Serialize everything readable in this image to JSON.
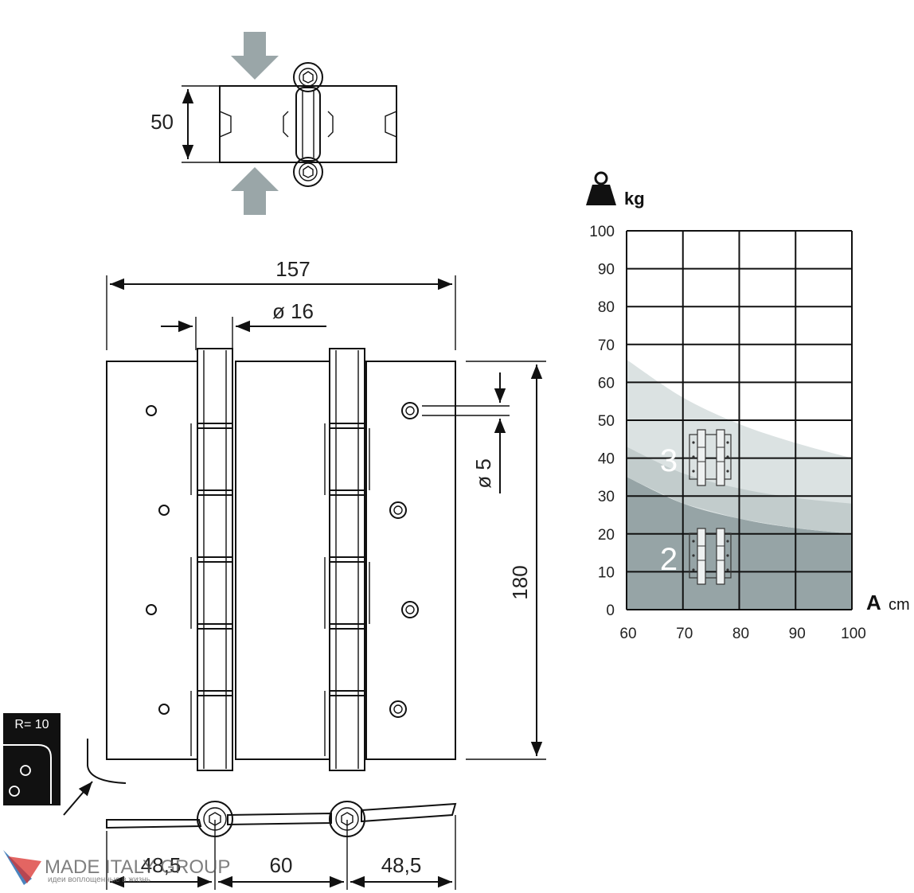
{
  "colors": {
    "arrow_gray": "#9aa6a8",
    "zone_light": "#dbe2e2",
    "zone_mid": "#c2cccc",
    "zone_dark": "#96a4a6",
    "watermark_red": "#d9322e",
    "watermark_blue": "#2a6fb3"
  },
  "dimensions": {
    "top_height": "50",
    "overall_width": "157",
    "pin_diameter": "ø 16",
    "hole_diameter": "ø 5",
    "height": "180",
    "bottom_left": "48,5",
    "bottom_center": "60",
    "bottom_right": "48,5",
    "radius": "R= 10"
  },
  "icons": {
    "weight": "weight-icon",
    "hinge": "hinge-icon",
    "arrow": "press-arrow-icon"
  },
  "chart_data": {
    "type": "area",
    "unit_y": "kg",
    "axis_x_label": "A",
    "unit_x": "cm",
    "x_ticks": [
      "60",
      "70",
      "80",
      "90",
      "100"
    ],
    "y_ticks": [
      "0",
      "10",
      "20",
      "30",
      "40",
      "50",
      "60",
      "70",
      "80",
      "90",
      "100"
    ],
    "xlim": [
      60,
      100
    ],
    "ylim": [
      0,
      100
    ],
    "grid": true,
    "series": [
      {
        "name": "2",
        "x": [
          60,
          70,
          80,
          90,
          100
        ],
        "y": [
          35,
          28,
          24,
          21.5,
          20
        ]
      },
      {
        "name": "3",
        "x": [
          60,
          70,
          80,
          90,
          100
        ],
        "y": [
          66,
          56,
          49,
          44,
          40
        ]
      }
    ]
  },
  "watermark": {
    "brand": "MADE ITALY GROUP",
    "tagline": "идеи воплощенные в жизнь"
  }
}
